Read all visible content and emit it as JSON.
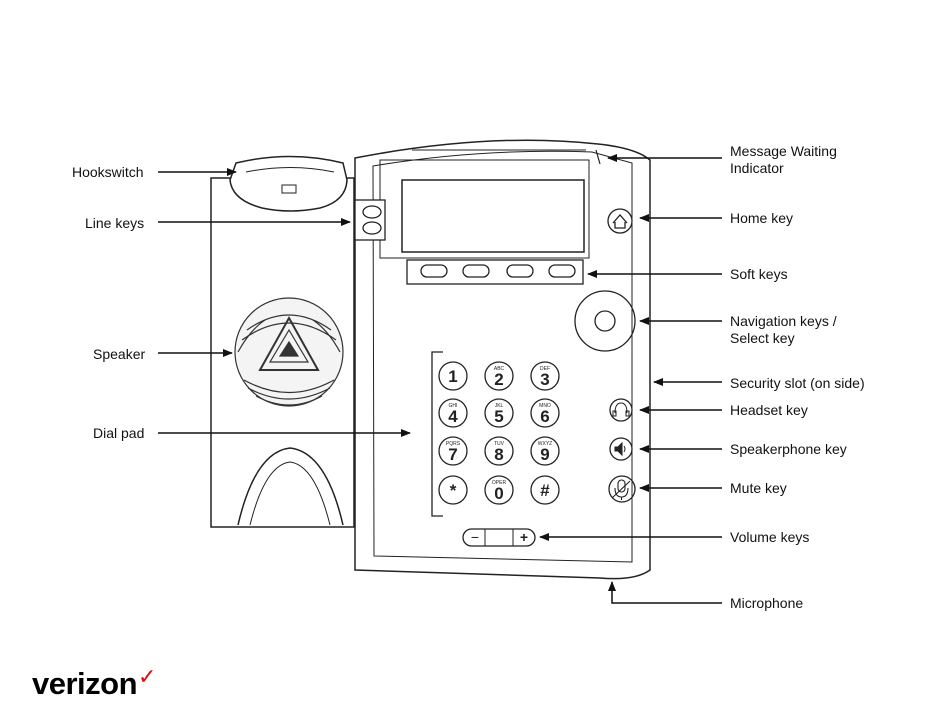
{
  "labels": {
    "hookswitch": "Hookswitch",
    "line_keys": "Line keys",
    "speaker": "Speaker",
    "dial_pad": "Dial pad",
    "message_waiting_1": "Message Waiting",
    "message_waiting_2": "Indicator",
    "home_key": "Home key",
    "soft_keys": "Soft keys",
    "navigation_1": "Navigation keys /",
    "navigation_2": "Select key",
    "security_slot": "Security slot (on side)",
    "headset_key": "Headset key",
    "speakerphone_key": "Speakerphone key",
    "mute_key": "Mute key",
    "volume_keys": "Volume keys",
    "microphone": "Microphone"
  },
  "keypad": [
    {
      "digit": "1",
      "letters": ""
    },
    {
      "digit": "2",
      "letters": "ABC"
    },
    {
      "digit": "3",
      "letters": "DEF"
    },
    {
      "digit": "4",
      "letters": "GHI"
    },
    {
      "digit": "5",
      "letters": "JKL"
    },
    {
      "digit": "6",
      "letters": "MNO"
    },
    {
      "digit": "7",
      "letters": "PQRS"
    },
    {
      "digit": "8",
      "letters": "TUV"
    },
    {
      "digit": "9",
      "letters": "WXYZ"
    },
    {
      "digit": "*",
      "letters": ""
    },
    {
      "digit": "0",
      "letters": "OPER"
    },
    {
      "digit": "#",
      "letters": ""
    }
  ],
  "volume": {
    "minus": "−",
    "plus": "+"
  },
  "logo": {
    "text": "verizon",
    "mark": "✓",
    "mark_color": "#e10a0a"
  }
}
